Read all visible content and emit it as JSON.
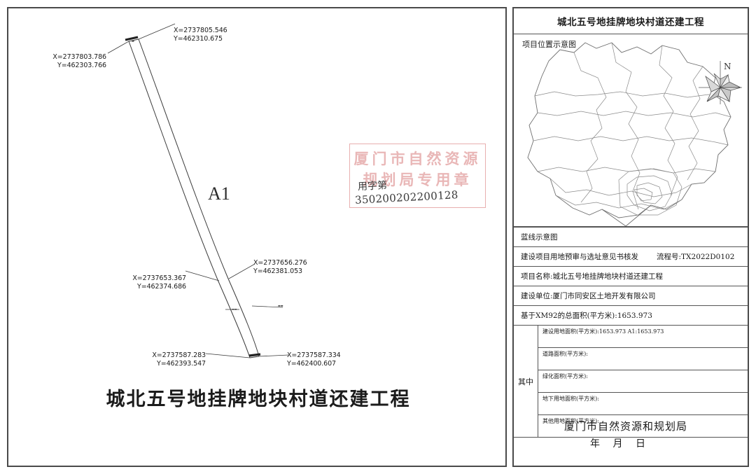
{
  "document": {
    "panel_title": "城北五号地挂牌地块村道还建工程",
    "map_title": "城北五号地挂牌地块村道还建工程",
    "parcel_id": "A1"
  },
  "map": {
    "coordinates": [
      {
        "name": "point-top-right",
        "x_label": "X=2737805.546",
        "y_label": "Y=462310.675"
      },
      {
        "name": "point-top-left",
        "x_label": "X=2737803.786",
        "y_label": "Y=462303.766"
      },
      {
        "name": "point-mid-right",
        "x_label": "X=2737656.276",
        "y_label": "Y=462381.053"
      },
      {
        "name": "point-mid-left",
        "x_label": "X=2737653.367",
        "y_label": "Y=462374.686"
      },
      {
        "name": "point-bottom-left",
        "x_label": "X=2737587.283",
        "y_label": "Y=462393.547"
      },
      {
        "name": "point-bottom-right",
        "x_label": "X=2737587.334",
        "y_label": "Y=462400.607"
      }
    ]
  },
  "seal": {
    "line1": "厦门市自然资源",
    "line2": "规划局专用章",
    "handwriting_1": "用字第",
    "handwriting_2": "350200202200128"
  },
  "inset": {
    "caption": "项目位置示意图",
    "compass_label": "N"
  },
  "table": {
    "rows": [
      {
        "name": "row-blue-line",
        "label": "蓝线示意图"
      },
      {
        "name": "row-approval",
        "label": "建设项目用地预审与选址意见书核发",
        "extra": "流程号:TX2022D0102"
      },
      {
        "name": "row-project-name",
        "label": "项目名称:城北五号地挂牌地块村道还建工程"
      },
      {
        "name": "row-construction-unit",
        "label": "建设单位:厦门市同安区土地开发有限公司"
      },
      {
        "name": "row-total-area",
        "label": "基于XM92的总面积(平方米):1653.973"
      }
    ],
    "breakdown": {
      "label": "其中",
      "items": [
        {
          "name": "sub-row-construction-land",
          "label": "建设用地面积(平方米):1653.973 A1:1653.973"
        },
        {
          "name": "sub-row-road",
          "label": "道路面积(平方米):"
        },
        {
          "name": "sub-row-green",
          "label": "绿化面积(平方米):"
        },
        {
          "name": "sub-row-underground",
          "label": "地下用地面积(平方米):"
        },
        {
          "name": "sub-row-other",
          "label": "其他用地面积(平方米):"
        }
      ]
    }
  },
  "footer": {
    "authority": "厦门市自然资源和规划局",
    "date_line": "年 月 日"
  },
  "colors": {
    "frame": "#4a4a4a",
    "seal_red": "#ce6060",
    "ink": "#161616"
  }
}
